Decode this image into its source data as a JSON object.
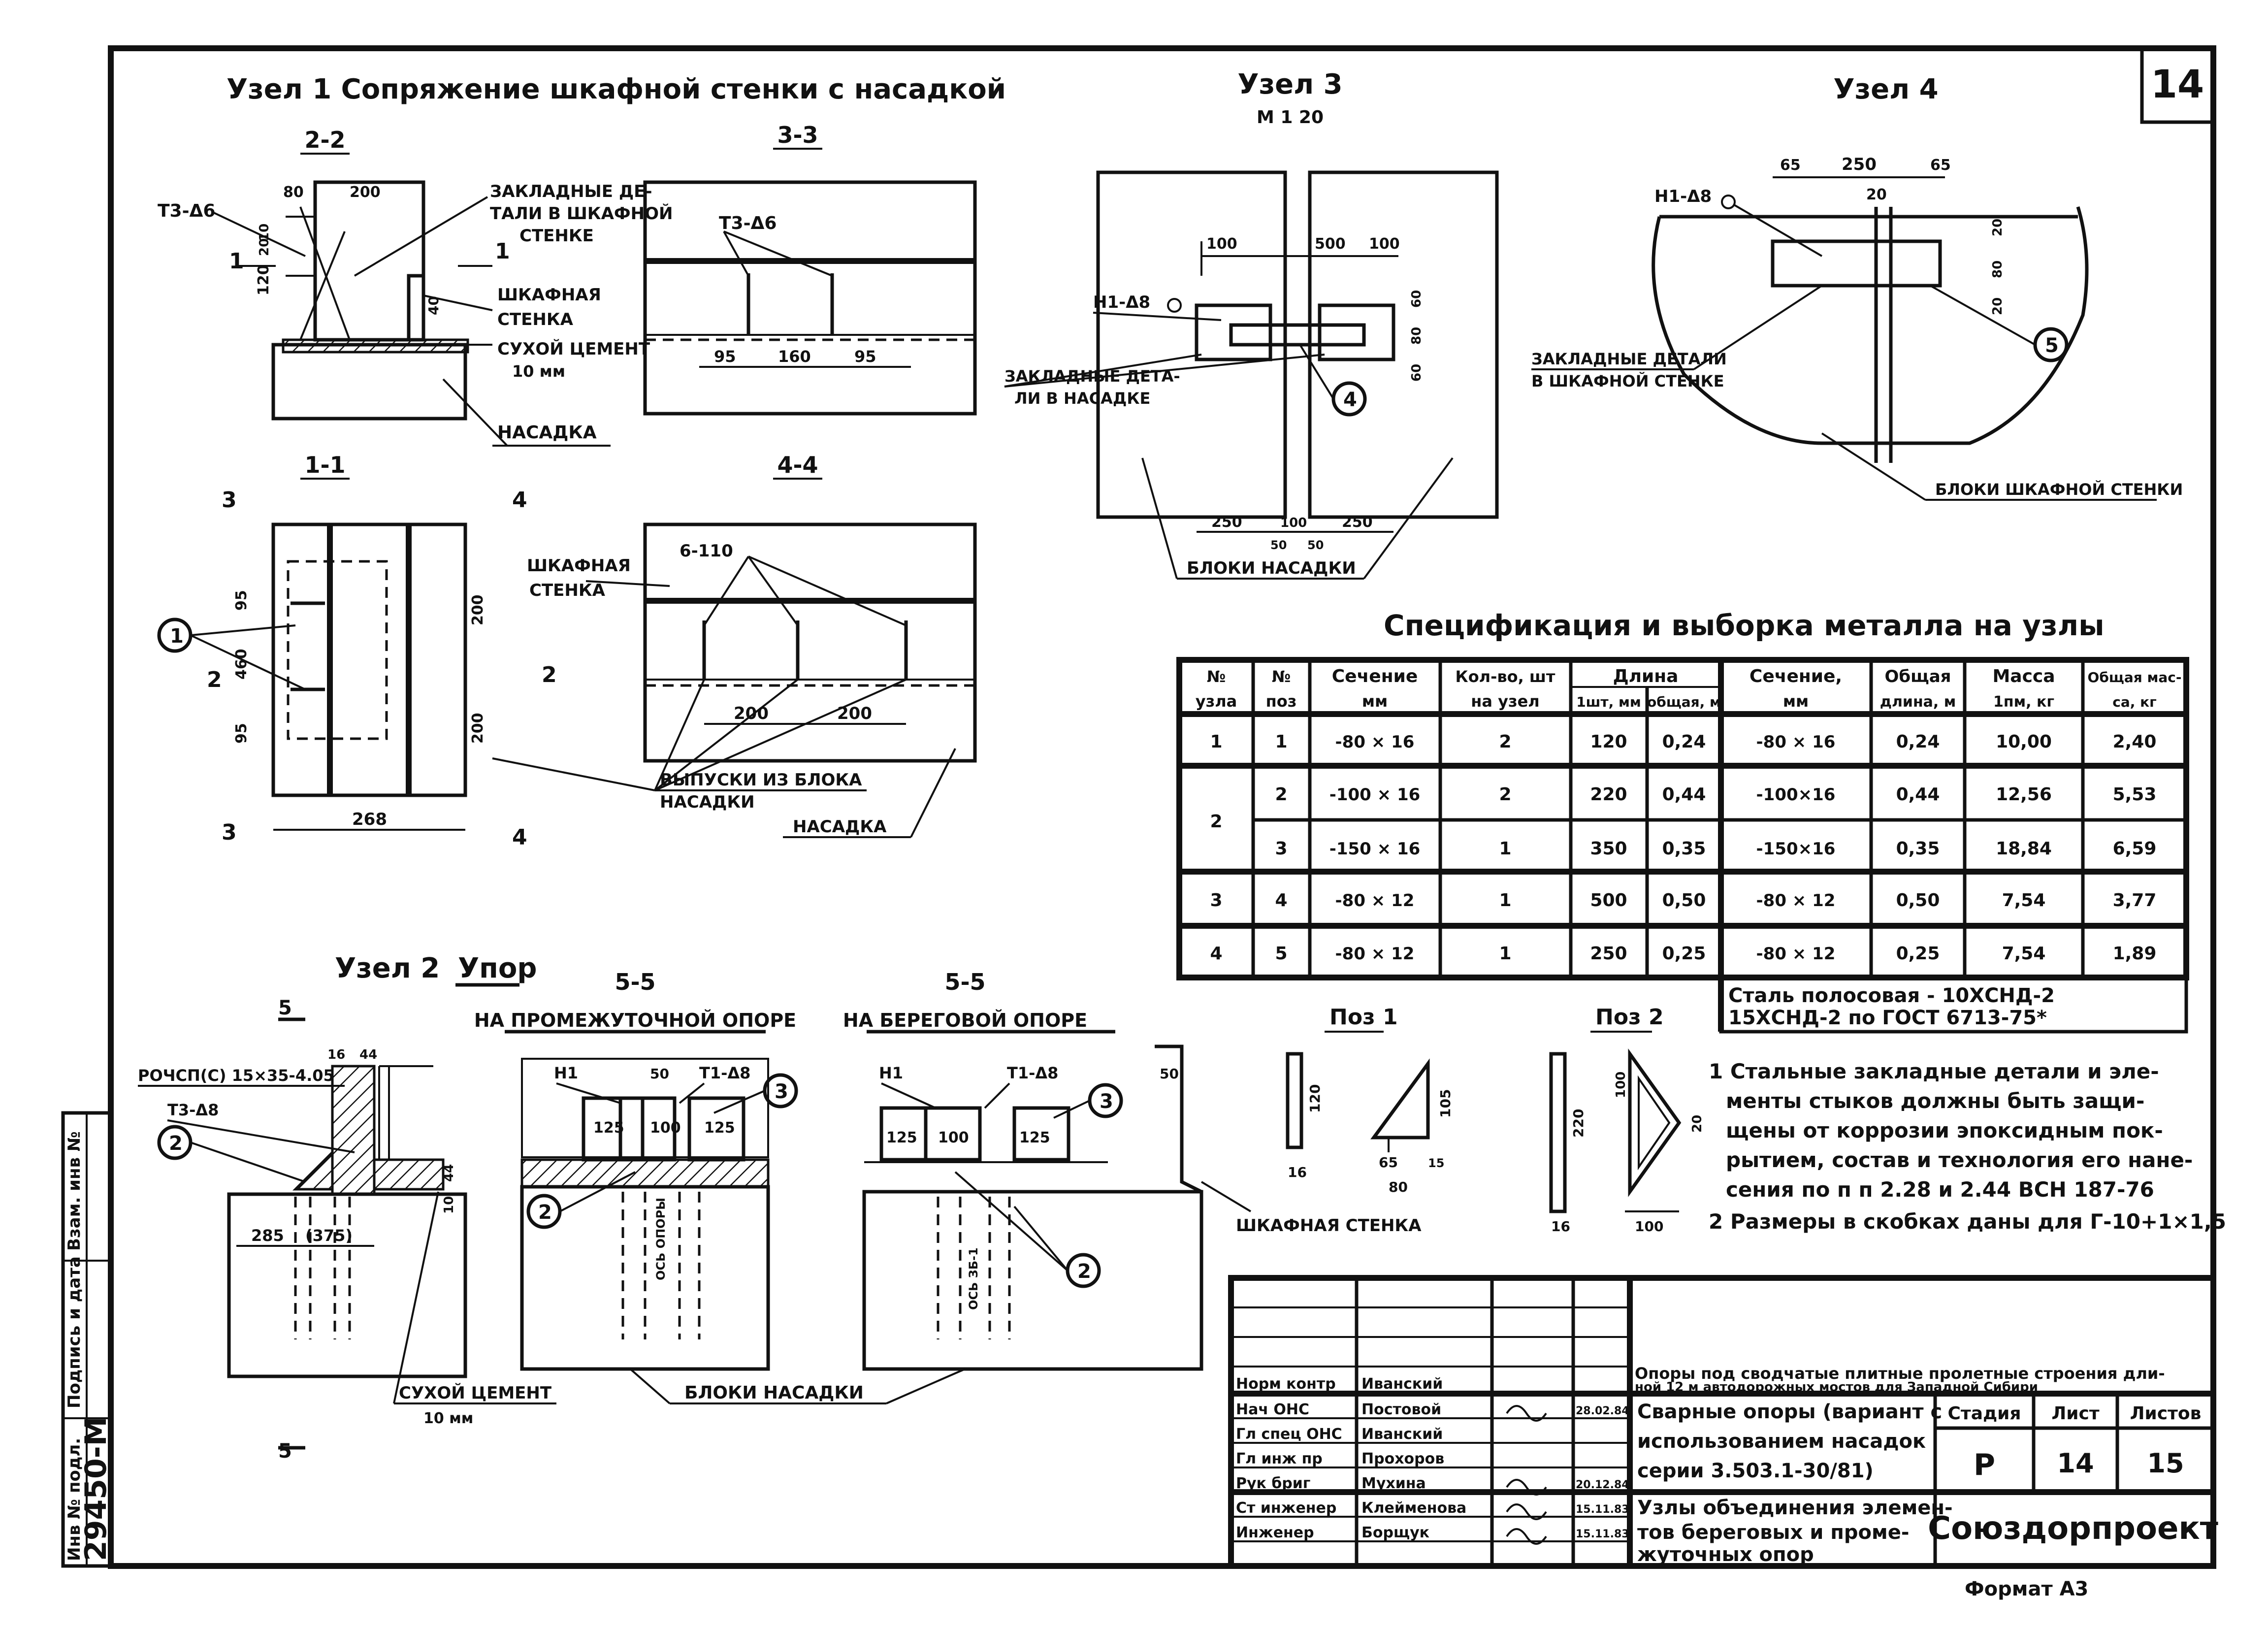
{
  "sheet": {
    "number": "14",
    "format_label": "Формат А3",
    "inventory": "29450-М",
    "side_stamp": {
      "inv_label": "Инв № подл.",
      "sign_label": "Подпись и дата",
      "replace_label": "Взам. инв №"
    }
  },
  "node1": {
    "title": "Узел 1  Сопряжение шкафной стенки с насадкой",
    "sec22": "2-2",
    "sec33": "3-3",
    "sec11": "1-1",
    "sec44": "4-4",
    "lbl_zakladnye": "ЗАКЛАДНЫЕ ДЕ-",
    "lbl_zakladnye2": "ТАЛИ В ШКАФНОЙ",
    "lbl_zakladnye3": "СТЕНКЕ",
    "lbl_shkafnaya": "ШКАФНАЯ",
    "lbl_stenka": "СТЕНКА",
    "lbl_cement": "СУХОЙ ЦЕМЕНТ",
    "lbl_10mm": "10 мм",
    "lbl_nasadka": "НАСАДКА",
    "lbl_vypuski": "ВЫПУСКИ ИЗ БЛОКА",
    "lbl_vypuski2": "НАСАДКИ",
    "weld_t3": "Т3-Δ6",
    "weld_t3b": "Т3-Δ6",
    "weld_6": "6-110",
    "dims": {
      "d80": "80",
      "d200": "200",
      "d10": "10",
      "d20": "20",
      "d120": "120",
      "d40": "40",
      "d95a": "95",
      "d160": "160",
      "d95b": "95",
      "d95c": "95",
      "d460": "460",
      "d95d": "95",
      "d268": "268",
      "d200a": "200",
      "d200b": "200",
      "d200c": "200",
      "d200d": "200"
    },
    "cut1": "1",
    "cut1b": "1",
    "cut2": "2",
    "cut2b": "2",
    "cut3": "3",
    "cut3b": "3",
    "cut4": "4",
    "cut4b": "4",
    "pos1": "1"
  },
  "node2": {
    "title": "Узел 2",
    "subtitle": "Упор",
    "sec55a": "5-5",
    "sec55a_sub": "НА ПРОМЕЖУТОЧНОЙ ОПОРЕ",
    "sec55b": "5-5",
    "sec55b_sub": "НА БЕРЕГОВОЙ ОПОРЕ",
    "weld_rochsp": "РОЧСП(С) 15×35-4.05",
    "weld_t3": "Т3-Δ8",
    "weld_t1a": "Т1-Δ8",
    "weld_t1b": "Т1-Δ8",
    "lbl_n1a": "Н1",
    "lbl_n1b": "Н1",
    "lbl_cement": "СУХОЙ ЦЕМЕНТ",
    "lbl_10mm": "10 мм",
    "lbl_bloki": "БЛОКИ НАСАДКИ",
    "lbl_shkaf": "ШКАФНАЯ СТЕНКА",
    "lbl_os1": "ОСЬ ОПОРЫ",
    "lbl_os2": "ОСЬ ЗБ-1",
    "dims": {
      "d16": "16",
      "d44": "44",
      "d44b": "44",
      "d10": "10",
      "d285": "285",
      "d375": "(375)",
      "d50": "50",
      "d125a": "125",
      "d100a": "100",
      "d125b": "125",
      "d50b": "50",
      "d125c": "125",
      "d100b": "100",
      "d125d": "125"
    },
    "cut5": "5",
    "cut5b": "5",
    "pos2a": "2",
    "pos2b": "2",
    "pos2c": "2",
    "pos3a": "3",
    "pos3b": "3"
  },
  "node3": {
    "title": "Узел 3",
    "scale": "М 1 20",
    "weld": "Н1-Δ8",
    "lbl_zakl": "ЗАКЛАДНЫЕ ДЕТА-",
    "lbl_zakl2": "ЛИ В НАСАДКЕ",
    "lbl_bloki": "БЛОКИ НАСАДКИ",
    "dims": {
      "d100": "100",
      "d500": "500",
      "d100b": "100",
      "d60": "60",
      "d80": "80",
      "d60b": "60",
      "d250": "250",
      "d100c": "100",
      "d250b": "250",
      "d50": "50",
      "d50b": "50"
    },
    "pos4": "4"
  },
  "node4": {
    "title": "Узел 4",
    "weld": "Н1-Δ8",
    "lbl_zakl": "ЗАКЛАДНЫЕ ДЕТАЛИ",
    "lbl_zakl2": "В ШКАФНОЙ СТЕНКЕ",
    "lbl_bloki": "БЛОКИ ШКАФНОЙ СТЕНКИ",
    "dims": {
      "d65": "65",
      "d250": "250",
      "d65b": "65",
      "d20": "20",
      "d20b": "20",
      "d80": "80",
      "d20c": "20"
    },
    "pos5": "5"
  },
  "spec": {
    "title": "Спецификация и выборка металла на узлы",
    "headers": {
      "h1a": "№",
      "h1b": "узла",
      "h2a": "№",
      "h2b": "поз",
      "h3a": "Сечение",
      "h3b": "мм",
      "h4a": "Кол-во, шт",
      "h4b": "на узел",
      "h5": "Длина",
      "h5a": "1шт, мм",
      "h5b": "общая, м",
      "h6a": "Сечение,",
      "h6b": "мм",
      "h7a": "Общая",
      "h7b": "длина, м",
      "h8a": "Масса",
      "h8b": "1пм, кг",
      "h9a": "Общая мас-",
      "h9b": "са, кг"
    },
    "rows": [
      {
        "node": "1",
        "pos": "1",
        "sec": "-80 × 16",
        "qty": "2",
        "len1": "120",
        "lent": "0,24",
        "sec2": "-80 × 16",
        "total": "0,24",
        "mass": "10,00",
        "mtot": "2,40"
      },
      {
        "node": "2",
        "pos": "2",
        "sec": "-100 × 16",
        "qty": "2",
        "len1": "220",
        "lent": "0,44",
        "sec2": "-100×16",
        "total": "0,44",
        "mass": "12,56",
        "mtot": "5,53"
      },
      {
        "node": "",
        "pos": "3",
        "sec": "-150 × 16",
        "qty": "1",
        "len1": "350",
        "lent": "0,35",
        "sec2": "-150×16",
        "total": "0,35",
        "mass": "18,84",
        "mtot": "6,59"
      },
      {
        "node": "3",
        "pos": "4",
        "sec": "-80 × 12",
        "qty": "1",
        "len1": "500",
        "lent": "0,50",
        "sec2": "-80 × 12",
        "total": "0,50",
        "mass": "7,54",
        "mtot": "3,77"
      },
      {
        "node": "4",
        "pos": "5",
        "sec": "-80 × 12",
        "qty": "1",
        "len1": "250",
        "lent": "0,25",
        "sec2": "-80 × 12",
        "total": "0,25",
        "mass": "7,54",
        "mtot": "1,89"
      }
    ],
    "steel1": "Сталь полосовая - 10ХСНД-2",
    "steel2": "15ХСНД-2 по ГОСТ 6713-75*"
  },
  "details": {
    "poz1": "Поз 1",
    "poz2": "Поз 2",
    "p1": {
      "d120": "120",
      "d16": "16",
      "d105": "105",
      "d65": "65",
      "d15": "15",
      "d80": "80"
    },
    "p2": {
      "d220": "220",
      "d16": "16",
      "d100": "100",
      "d20": "20",
      "d100b": "100"
    }
  },
  "notes": {
    "n1_l1": "1 Стальные закладные детали и эле-",
    "n1_l2": "менты стыков должны быть защи-",
    "n1_l3": "щены от коррозии эпоксидным пок-",
    "n1_l4": "рытием, состав и технология его нане-",
    "n1_l5": "сения по п п 2.28 и 2.44 ВСН 187-76",
    "n2": "2 Размеры в скобках даны для Г-10+1×1,5"
  },
  "titleblock": {
    "project1": "Опоры под сводчатые плитные пролетные строения дли-",
    "project2": "ной 12 м автодорожных мостов для Западной Сибири",
    "work1": "Сварные опоры (вариант с",
    "work2": "использованием насадок",
    "work3": "серии 3.503.1-30/81)",
    "sheet1": "Узлы объединения элемен-",
    "sheet2": "тов береговых и проме-",
    "sheet3": "жуточных опор",
    "stage_h": "Стадия",
    "list_h": "Лист",
    "lists_h": "Листов",
    "stage": "Р",
    "list": "14",
    "lists": "15",
    "org": "Союздорпроект",
    "people": [
      {
        "role": "Норм контр",
        "name": "Иванский",
        "date": ""
      },
      {
        "role": "Нач ОНС",
        "name": "Постовой",
        "date": "28.02.84"
      },
      {
        "role": "Гл спец ОНС",
        "name": "Иванский",
        "date": ""
      },
      {
        "role": "Гл инж пр",
        "name": "Прохоров",
        "date": ""
      },
      {
        "role": "Рук бриг",
        "name": "Мухина",
        "date": "20.12.84"
      },
      {
        "role": "Ст инженер",
        "name": "Клейменова",
        "date": "15.11.83"
      },
      {
        "role": "Инженер",
        "name": "Борщук",
        "date": "15.11.83"
      }
    ]
  }
}
